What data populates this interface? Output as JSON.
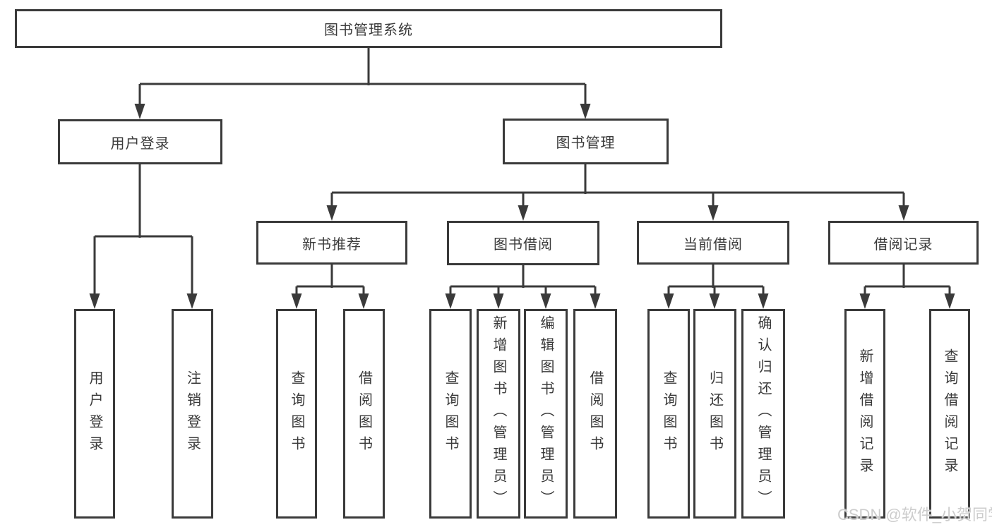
{
  "colors": {
    "line": "#3a3a3a",
    "text": "#3a3a3a",
    "background": "#ffffff",
    "watermark": "#cccccc"
  },
  "watermark": "CSDN @软件_小贺同学",
  "tree": {
    "root": {
      "label": "图书管理系统"
    },
    "user_login": {
      "label": "用户登录",
      "leaves": [
        "用户登录",
        "注销登录"
      ]
    },
    "book_mgmt": {
      "label": "图书管理",
      "new_book_rec": {
        "label": "新书推荐",
        "leaves": [
          "查询图书",
          "借阅图书"
        ]
      },
      "book_borrow": {
        "label": "图书借阅",
        "leaves": [
          "查询图书",
          "新增图书（管理员）",
          "编辑图书（管理员）",
          "借阅图书"
        ]
      },
      "current_borrow": {
        "label": "当前借阅",
        "leaves": [
          "查询图书",
          "归还图书",
          "确认归还（管理员）"
        ]
      },
      "borrow_record": {
        "label": "借阅记录",
        "leaves": [
          "新增借阅记录",
          "查询借阅记录"
        ]
      }
    }
  }
}
